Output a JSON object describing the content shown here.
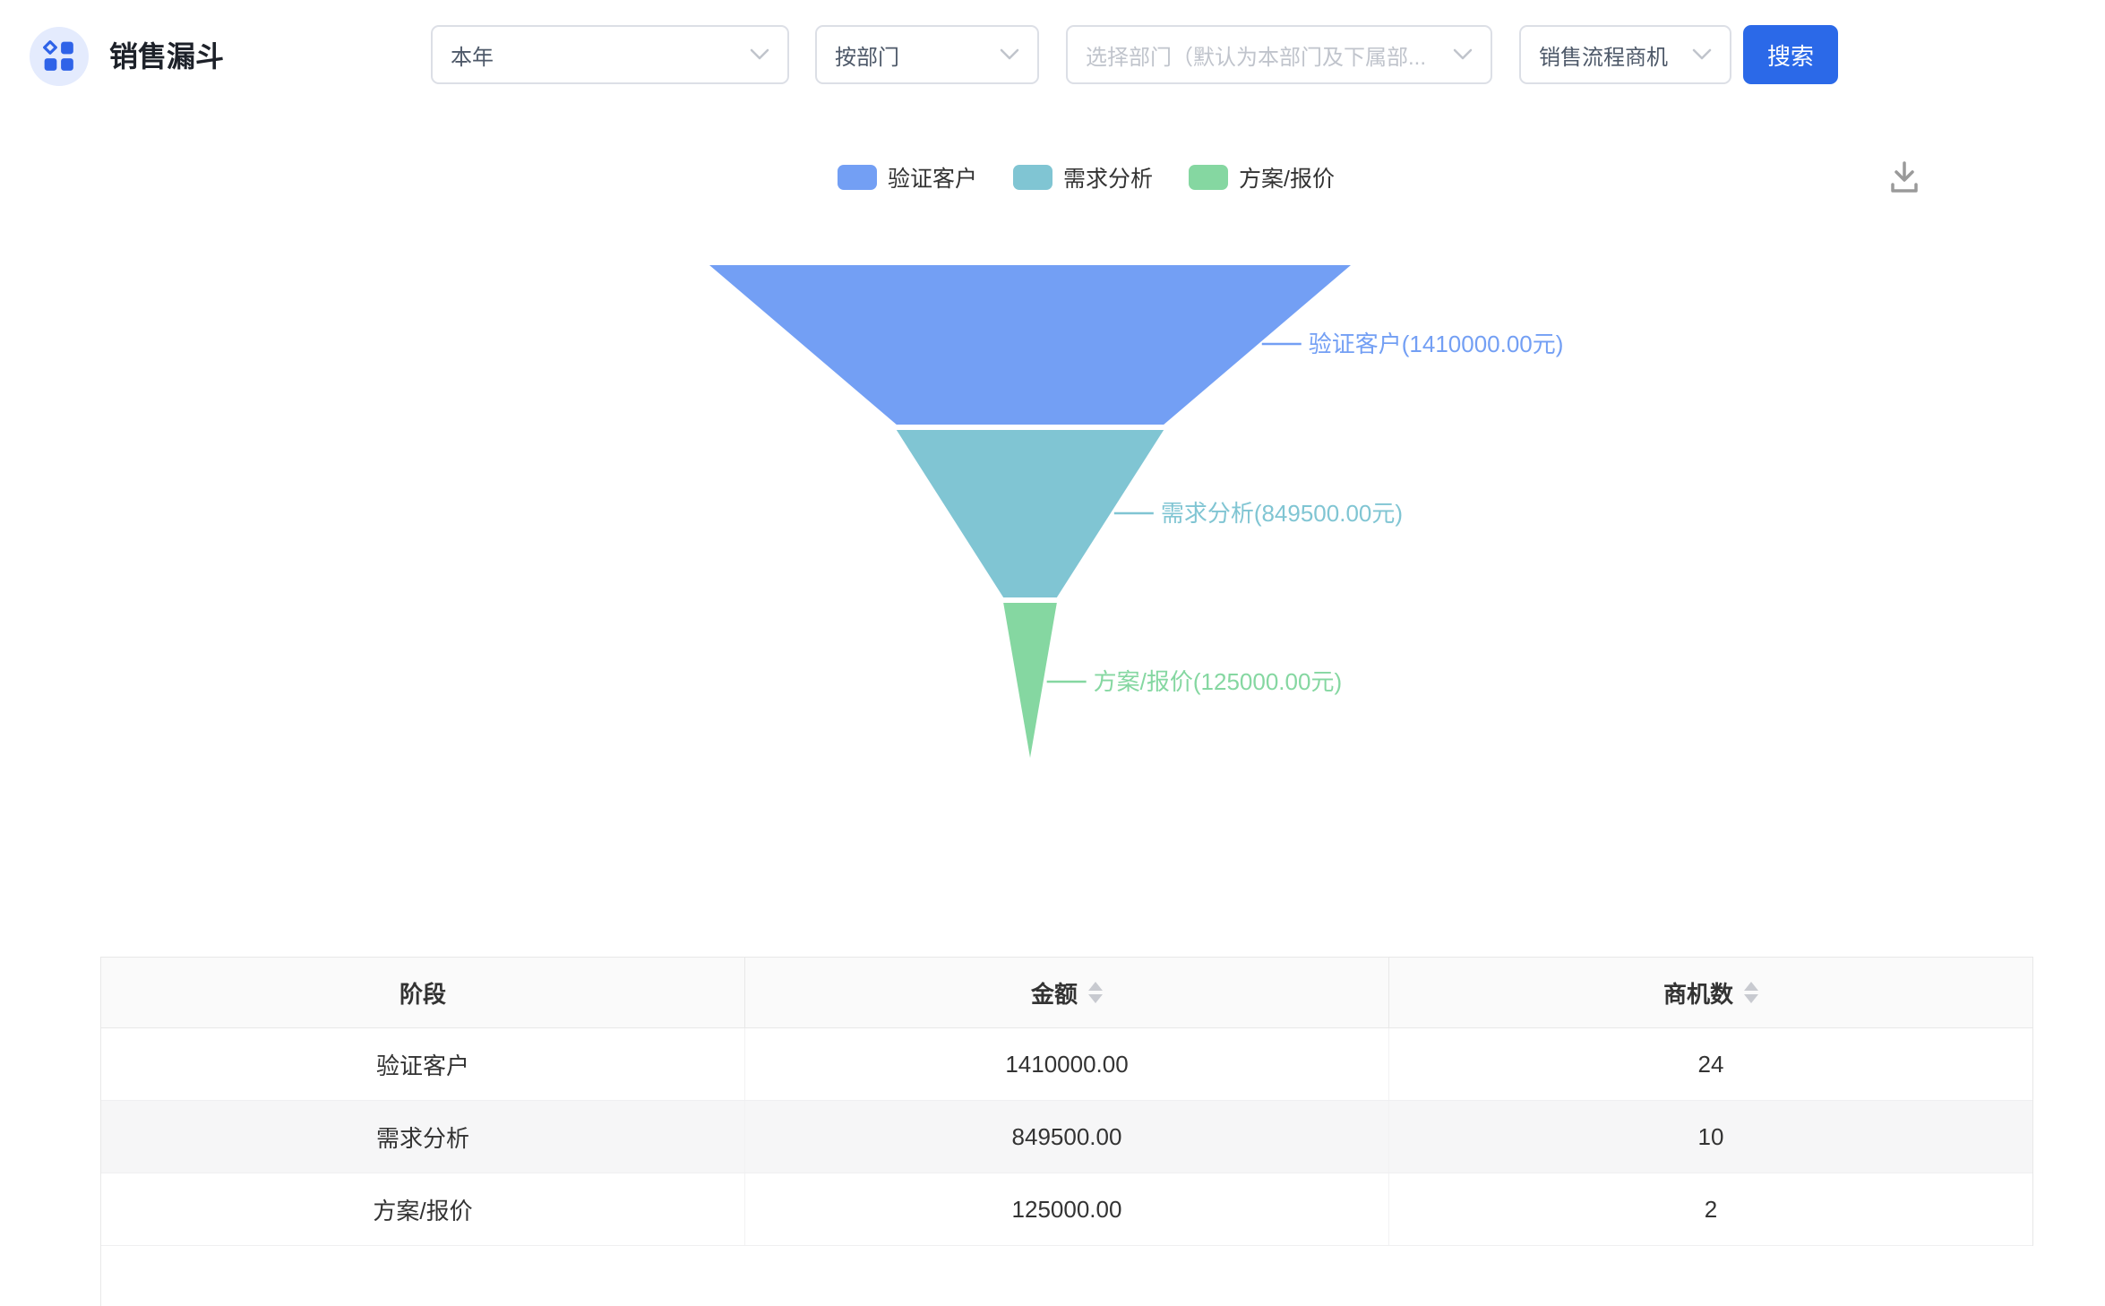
{
  "header": {
    "title": "销售漏斗",
    "filters": {
      "time_range": {
        "value": "本年"
      },
      "dimension": {
        "value": "按部门"
      },
      "department": {
        "placeholder": "选择部门（默认为本部门及下属部..."
      },
      "opportunity_type": {
        "value": "销售流程商机"
      }
    },
    "search_label": "搜索"
  },
  "chart_data": {
    "type": "funnel",
    "title": "",
    "legend": [
      "验证客户",
      "需求分析",
      "方案/报价"
    ],
    "legend_position": "top-center",
    "unit": "元",
    "series": [
      {
        "name": "验证客户",
        "amount": 1410000.0,
        "count": 24,
        "label": "验证客户(1410000.00元)",
        "color": "#739ff4"
      },
      {
        "name": "需求分析",
        "amount": 849500.0,
        "count": 10,
        "label": "需求分析(849500.00元)",
        "color": "#80c5d3"
      },
      {
        "name": "方案/报价",
        "amount": 125000.0,
        "count": 2,
        "label": "方案/报价(125000.00元)",
        "color": "#85d7a1"
      }
    ],
    "layout_hints": {
      "sort": "descending",
      "tip_width": 0,
      "width_mapped_to": "count"
    }
  },
  "table": {
    "columns": [
      {
        "label": "阶段",
        "sortable": false
      },
      {
        "label": "金额",
        "sortable": true
      },
      {
        "label": "商机数",
        "sortable": true
      }
    ],
    "rows": [
      [
        "验证客户",
        "1410000.00",
        "24"
      ],
      [
        "需求分析",
        "849500.00",
        "10"
      ],
      [
        "方案/报价",
        "125000.00",
        "2"
      ]
    ]
  },
  "icons": {
    "app": "dashboard-grid-icon",
    "download": "download-icon",
    "select_chevron": "chevron-down-icon",
    "sort": "sort-carets-icon"
  },
  "colors": {
    "accent": "#2b69e8",
    "icon_blue": "#2f63e8",
    "icon_bg": "#e4ebfd",
    "border": "#dcdfe6",
    "placeholder": "#c0c4cc",
    "table_header_bg": "#fafafa",
    "zebra_row_bg": "#f6f6f7"
  }
}
